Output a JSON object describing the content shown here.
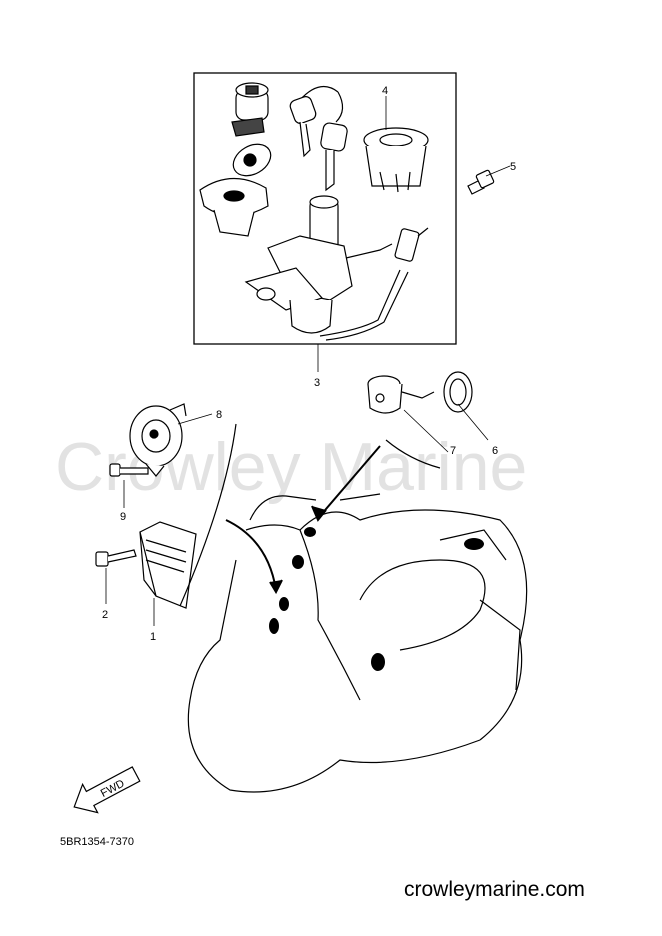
{
  "watermark": "Crowley Marine",
  "diagram_code": "5BR1354-7370",
  "website": "crowleymarine.com",
  "fwd_label": "FWD",
  "callouts": {
    "c1": "1",
    "c2": "2",
    "c3": "3",
    "c4": "4",
    "c5": "5",
    "c6": "6",
    "c7": "7",
    "c8": "8",
    "c9": "9"
  }
}
